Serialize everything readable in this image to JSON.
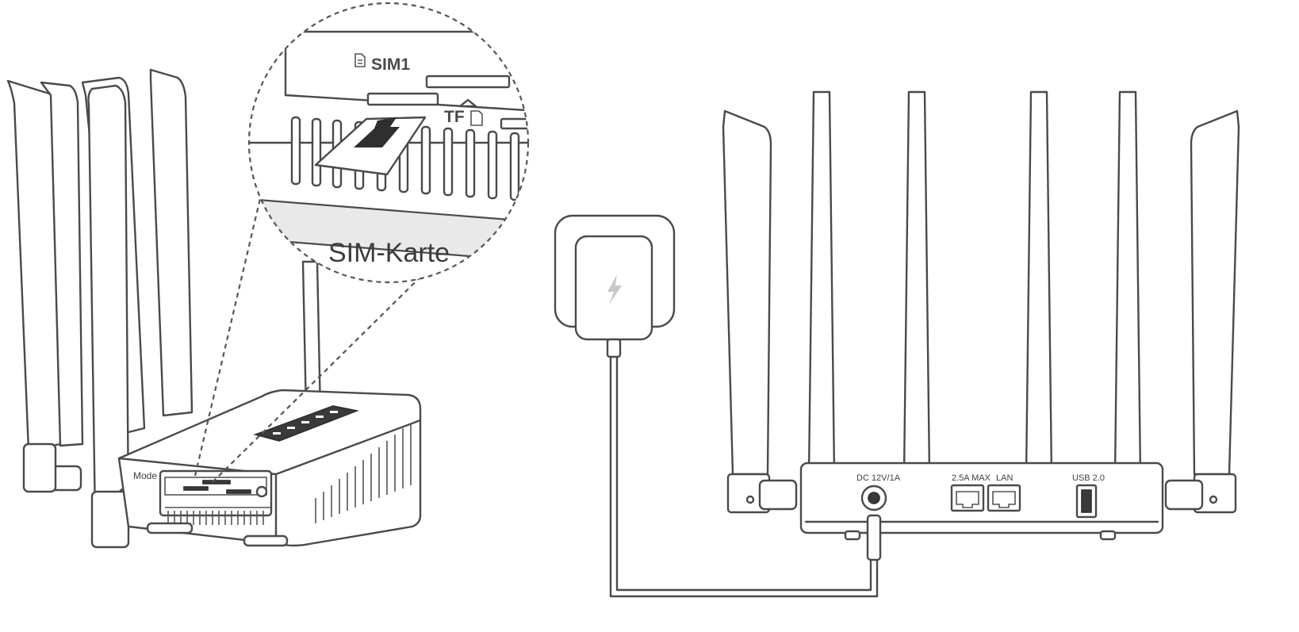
{
  "zoom": {
    "caption": "SIM-Karte",
    "slot1_label": "SIM1",
    "slot2_label": "TF"
  },
  "router_front": {
    "mode_label": "Mode"
  },
  "router_back": {
    "power_port_label": "DC 12V/1A",
    "wan_port_label": "2.5A MAX",
    "lan_port_label": "LAN",
    "usb_port_label": "USB 2.0"
  },
  "icons": [
    "sim-card-icon",
    "memory-card-icon",
    "insert-arrow-icon",
    "lightning-icon"
  ],
  "colors": {
    "line": "#4a4a4a",
    "fill": "#ffffff",
    "shade": "#e9e9e9"
  }
}
